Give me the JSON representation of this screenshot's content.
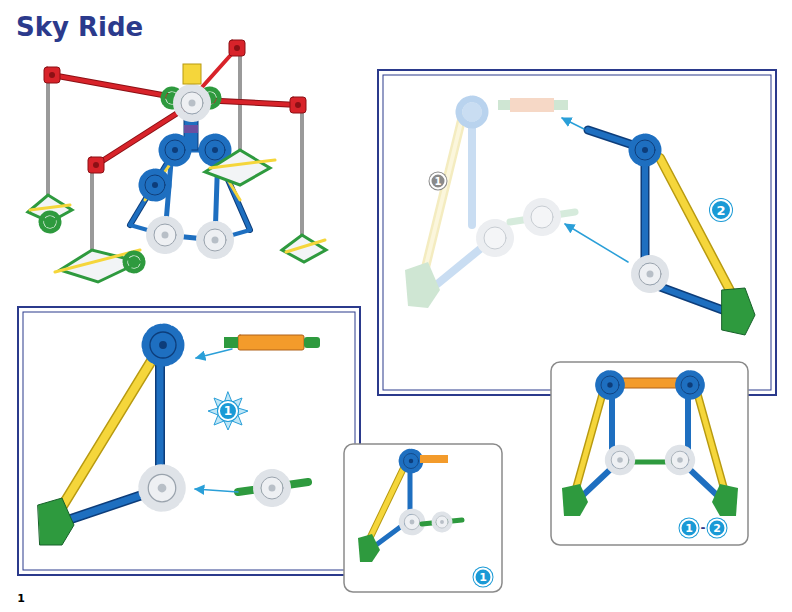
{
  "diagram": {
    "title": "Sky Ride",
    "labels": [
      "1",
      "2",
      "1",
      "1",
      "1",
      "-",
      "2",
      "1"
    ]
  }
}
